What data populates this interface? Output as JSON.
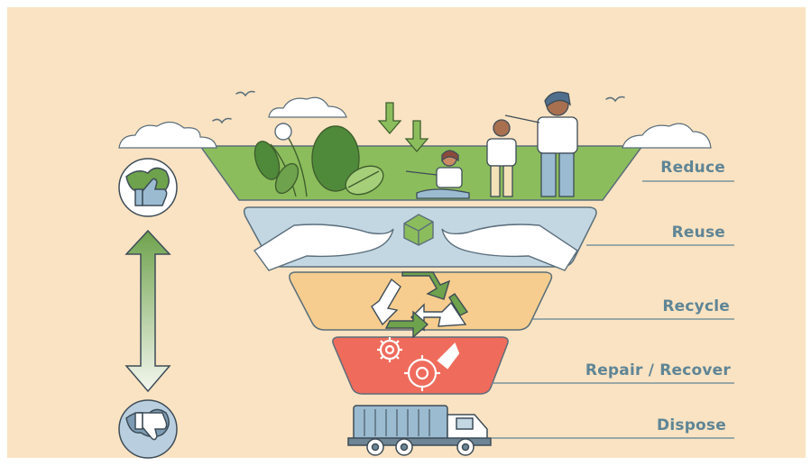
{
  "colors": {
    "background": "#fae3c2",
    "label_text": "#5f8596",
    "reduce_fill": "#8cbd5c",
    "reuse_fill": "#c3d7e3",
    "recycle_fill": "#f6cd8e",
    "repair_fill": "#ef6b5c",
    "outline": "#5a6e7b",
    "arrow_green": "#6ea24c",
    "arrow_light": "#f4f7ee"
  },
  "levels": [
    {
      "id": "reduce",
      "label": "Reduce"
    },
    {
      "id": "reuse",
      "label": "Reuse"
    },
    {
      "id": "recycle",
      "label": "Recycle"
    },
    {
      "id": "repair",
      "label": "Repair / Recover"
    },
    {
      "id": "dispose",
      "label": "Dispose"
    }
  ],
  "icons": {
    "top_globe": "globe-thumbs-up-icon",
    "bottom_globe": "globe-thumbs-down-icon",
    "scale_arrow": "double-arrow-icon",
    "reuse_symbol": "hands-with-box-icon",
    "recycle_symbol": "recycle-icon",
    "repair_symbol": "gears-wrench-icon",
    "dispose_symbol": "garbage-truck-icon"
  }
}
